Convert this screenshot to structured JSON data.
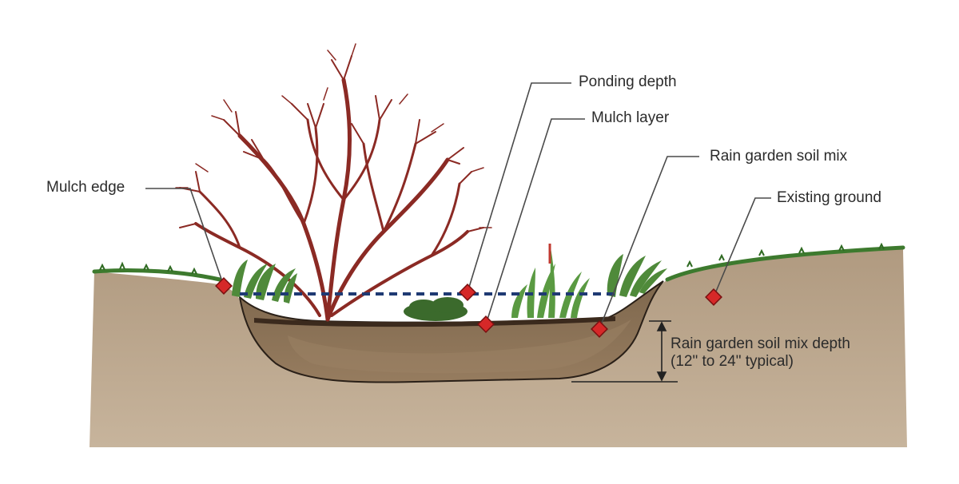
{
  "labels": {
    "ponding_depth": "Ponding depth",
    "mulch_layer": "Mulch layer",
    "soil_mix": "Rain garden soil mix",
    "mulch_edge": "Mulch edge",
    "existing_ground": "Existing ground",
    "soil_mix_depth_line1": "Rain garden soil mix depth",
    "soil_mix_depth_line2": "(12\" to 24\" typical)"
  },
  "colors": {
    "soil": "#b9a48a",
    "soil_mix": "#8c7356",
    "mulch": "#3f2f22",
    "grass": "#3d7a2e",
    "shrub": "#8b2a24",
    "marker": "#d62828",
    "water_line": "#1f3a73",
    "leader": "#4a4a4a"
  }
}
